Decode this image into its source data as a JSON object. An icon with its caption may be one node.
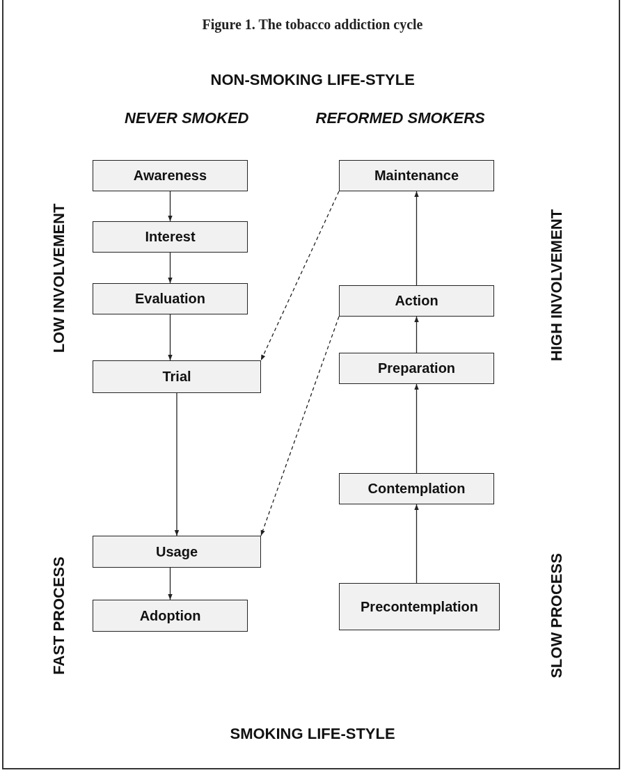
{
  "diagram": {
    "title": "Figure 1. The tobacco addiction cycle",
    "nodes": [
      {
        "text": [
          "Awareness"
        ]
      },
      {
        "text": [
          "Interest"
        ]
      },
      {
        "text": [
          "Evaluation"
        ]
      },
      {
        "text": [
          "Trial"
        ]
      },
      {
        "text": [
          "Usage"
        ]
      },
      {
        "text": [
          "Adoption"
        ]
      },
      {
        "text": [
          "Maintenance"
        ]
      },
      {
        "text": [
          "Action"
        ]
      },
      {
        "text": [
          "Preparation"
        ]
      },
      {
        "text": [
          "Contemplation"
        ]
      },
      {
        "text": [
          "Precontemplation"
        ]
      }
    ],
    "edges": [
      {
        "from": 0,
        "to": 1,
        "arrow": "to"
      },
      {
        "from": 1,
        "to": 2,
        "arrow": "to"
      },
      {
        "from": 2,
        "to": 3,
        "arrow": "to"
      },
      {
        "from": 3,
        "to": 4,
        "arrow": "to"
      },
      {
        "from": 4,
        "to": 5,
        "arrow": "to"
      },
      {
        "from": 10,
        "to": 9,
        "arrow": "to"
      },
      {
        "from": 9,
        "to": 8,
        "arrow": "to"
      },
      {
        "from": 8,
        "to": 7,
        "arrow": "to"
      },
      {
        "from": 7,
        "to": 6,
        "arrow": "to"
      },
      {
        "from": 6,
        "to": 3,
        "arrow": "to",
        "style": "dashed"
      },
      {
        "from": 7,
        "to": 4,
        "arrow": "to",
        "style": "dashed"
      }
    ],
    "labels": [
      "NON-SMOKING LIFE-STYLE",
      "NEVER SMOKED",
      "REFORMED SMOKERS",
      "LOW INVOLVEMENT",
      "HIGH INVOLVEMENT",
      "FAST PROCESS",
      "SLOW PROCESS",
      "SMOKING LIFE-STYLE"
    ]
  }
}
